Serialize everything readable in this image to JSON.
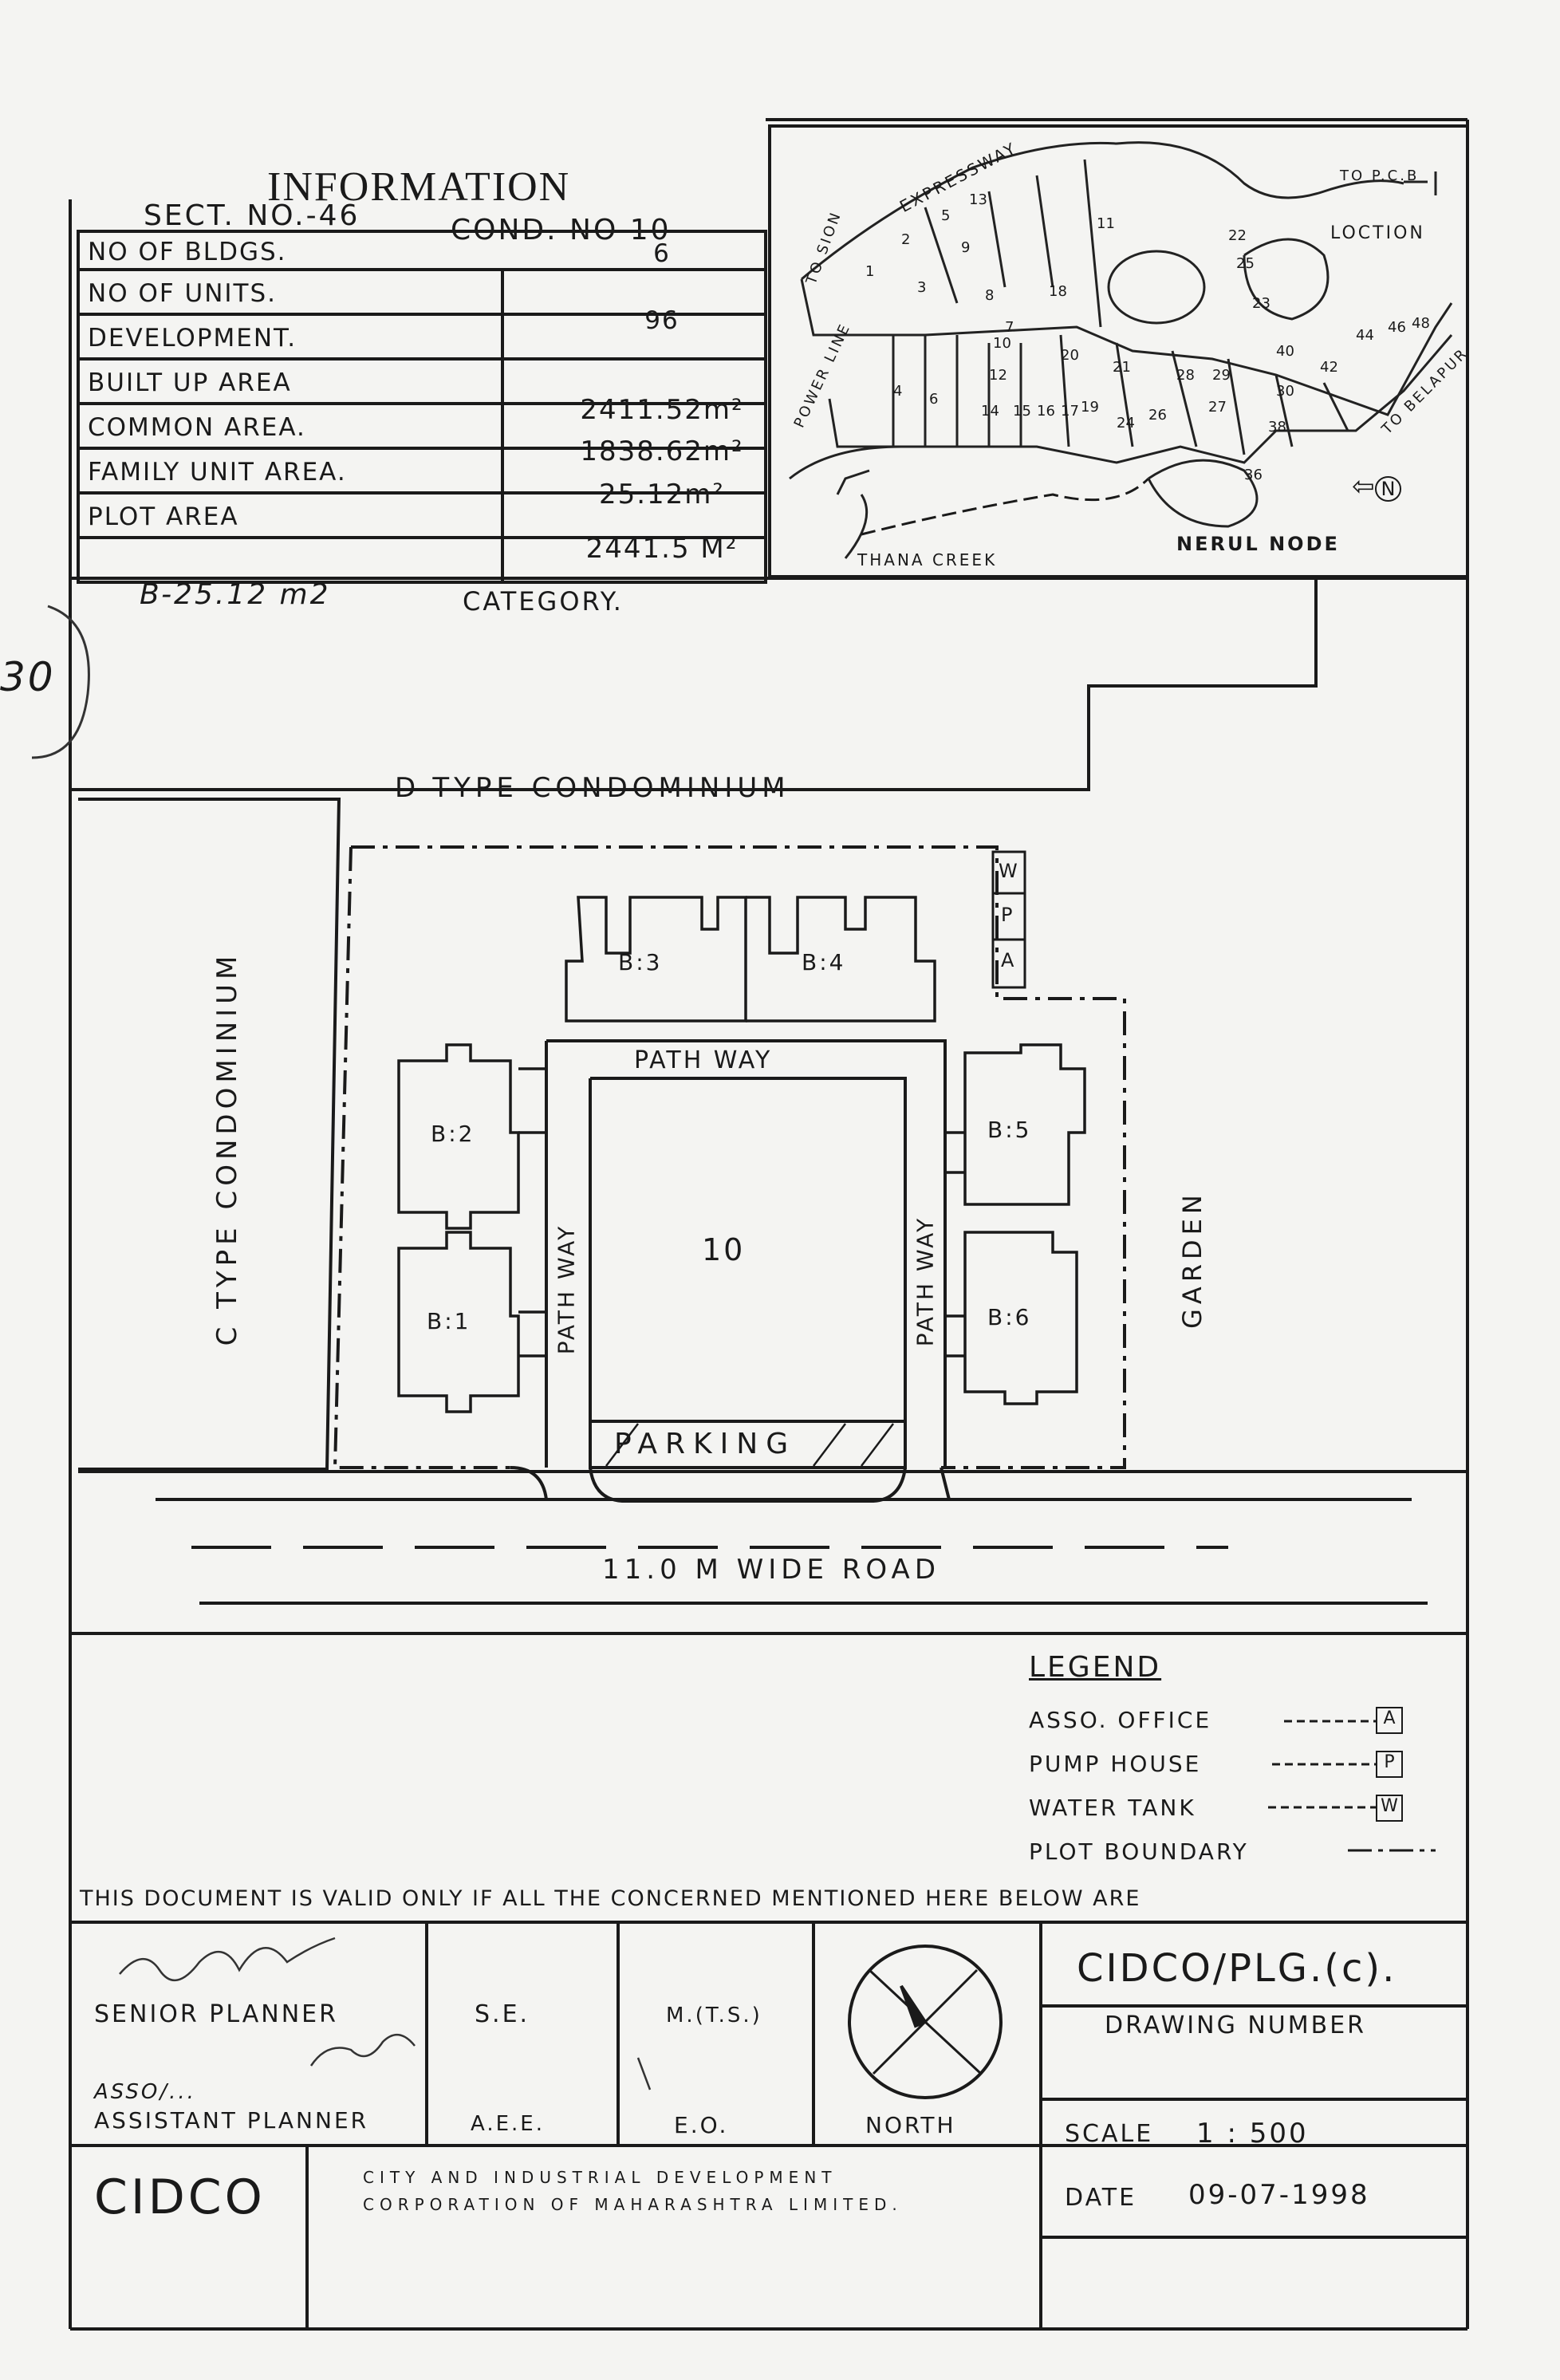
{
  "info": {
    "title": "INFORMATION",
    "sector": "SECT. NO.-46",
    "cond": "COND. NO 10",
    "rows": [
      {
        "label": "NO OF BLDGS.",
        "value": "6"
      },
      {
        "label": "NO OF UNITS.",
        "value": "96"
      },
      {
        "label": "DEVELOPMENT.",
        "value": ""
      },
      {
        "label": "BUILT UP AREA",
        "value": "2411.52m²"
      },
      {
        "label": "COMMON AREA.",
        "value": "1838.62m²"
      },
      {
        "label": "FAMILY UNIT AREA.",
        "value": "25.12m²"
      },
      {
        "label": "PLOT AREA",
        "value": "2441.5 M²"
      }
    ],
    "category_value": "B-25.12 m2",
    "category_label": "CATEGORY."
  },
  "key_map": {
    "expressway": "EXPRESSWAY",
    "to_sion": "TO SION",
    "to_pcb": "TO P.C.B",
    "location": "LOCTION",
    "power_line": "POWER LINE",
    "to_belapur": "TO BELAPUR",
    "thana_creek": "THANA CREEK",
    "node": "NERUL NODE",
    "north_mark": "N",
    "sector_numbers": [
      "1",
      "2",
      "3",
      "4",
      "5",
      "6",
      "7",
      "8",
      "9",
      "10",
      "11",
      "12",
      "13",
      "14",
      "15",
      "16",
      "17",
      "18",
      "19",
      "20",
      "21",
      "22",
      "23",
      "24",
      "25",
      "26",
      "27",
      "28",
      "29",
      "30",
      "36",
      "38",
      "40",
      "42",
      "44",
      "46",
      "48"
    ]
  },
  "site": {
    "d_type": "D-TYPE CONDOMINIUM",
    "c_type": "C TYPE CONDOMINIUM",
    "garden": "GARDEN",
    "pathway_top": "PATH WAY",
    "pathway_left": "PATH WAY",
    "pathway_right": "PATH WAY",
    "plot_no": "10",
    "parking": "PARKING",
    "road": "11.0 M WIDE ROAD",
    "buildings": [
      "B:1",
      "B:2",
      "B:3",
      "B:4",
      "B:5",
      "B:6"
    ],
    "amenity_w": "W",
    "amenity_p": "P",
    "amenity_a": "A"
  },
  "legend": {
    "title": "LEGEND",
    "items": [
      {
        "label": "ASSO. OFFICE",
        "symbol": "A"
      },
      {
        "label": "PUMP HOUSE",
        "symbol": "P"
      },
      {
        "label": "WATER TANK",
        "symbol": "W"
      },
      {
        "label": "PLOT BOUNDARY",
        "symbol": "— - —"
      }
    ]
  },
  "validity_note": "THIS DOCUMENT IS VALID ONLY IF ALL THE CONCERNED MENTIONED HERE BELOW ARE",
  "title_block": {
    "senior_planner": "SENIOR PLANNER",
    "se": "S.E.",
    "mcts": "M.(T.S.)",
    "assistant_planner_prefix": "ASSO/...",
    "assistant_planner": "ASSISTANT PLANNER",
    "aee": "A.E.E.",
    "eo": "E.O.",
    "north": "NORTH",
    "drawing_code": "CIDCO/PLG.(c).",
    "drawing_number": "DRAWING NUMBER",
    "scale_label": "SCALE",
    "scale_value": "1 : 500",
    "date_label": "DATE",
    "date_value": "09-07-1998",
    "org_short": "CIDCO",
    "org_line1": "CITY AND INDUSTRIAL DEVELOPMENT",
    "org_line2": "CORPORATION OF MAHARASHTRA LIMITED."
  },
  "margin_note": "30"
}
